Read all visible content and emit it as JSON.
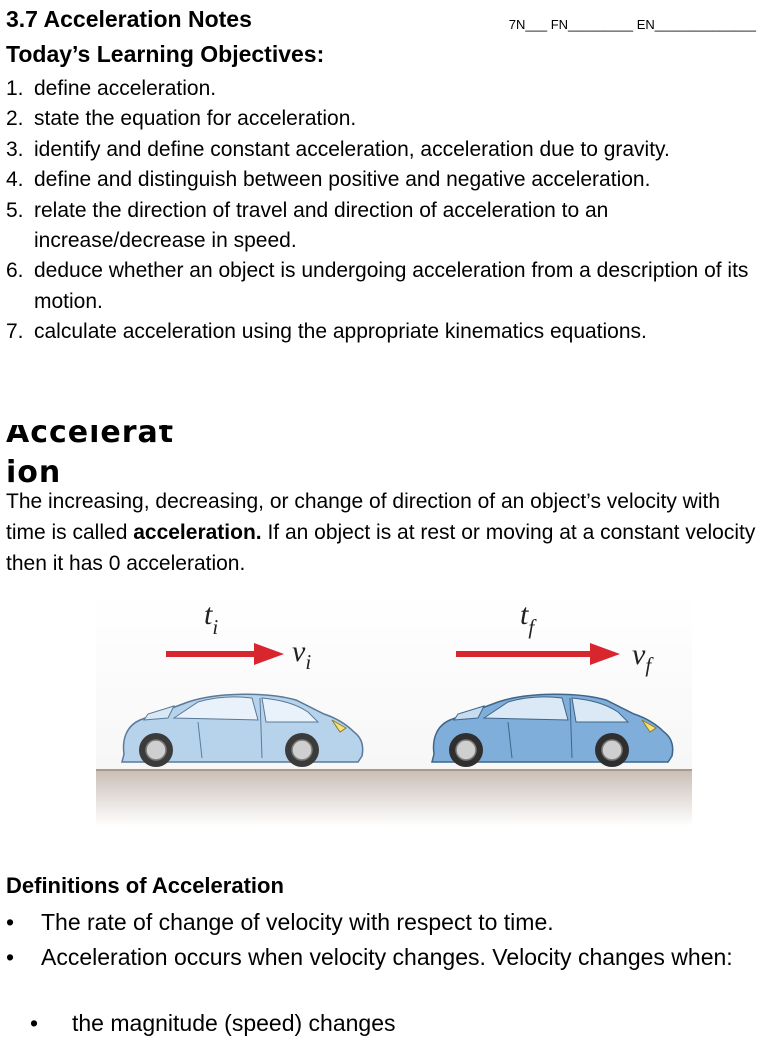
{
  "header": {
    "title": "3.7 Acceleration Notes",
    "name_fields": "7N___ FN_________ EN______________"
  },
  "objectives": {
    "heading": "Today’s Learning Objectives:",
    "items": [
      {
        "num": "1.",
        "text": "define acceleration."
      },
      {
        "num": "2.",
        "text": "state the equation for acceleration."
      },
      {
        "num": "3.",
        "text": "identify and define constant acceleration, acceleration due to gravity."
      },
      {
        "num": "4.",
        "text": "define and distinguish between positive and negative acceleration."
      },
      {
        "num": "5.",
        "text": "relate the direction of travel and direction of acceleration to an increase/decrease in speed."
      },
      {
        "num": "6.",
        "text": "deduce whether an object is undergoing acceleration from a description of its motion."
      },
      {
        "num": "7.",
        "text": "calculate acceleration using the appropriate kinematics equations."
      }
    ]
  },
  "section": {
    "title_line1": "Accelerat",
    "title_line2": "ion",
    "intro_before": "The increasing, decreasing, or change of direction of an object’s velocity with time is called ",
    "intro_bold": "acceleration.",
    "intro_after": " If an object is at rest or moving at a constant velocity then it has 0 acceleration."
  },
  "figure": {
    "label_ti": "t",
    "label_ti_sub": "i",
    "label_vi": "v",
    "label_vi_sub": "i",
    "label_tf": "t",
    "label_tf_sub": "f",
    "label_vf": "v",
    "label_vf_sub": "f",
    "arrow_color": "#d7262e",
    "car1_color": "#b7d3ec",
    "car2_color": "#7eaed9"
  },
  "definitions": {
    "heading": "Definitions of Acceleration",
    "items": [
      {
        "bullet": "•",
        "text": "The rate of change of velocity with respect to time."
      },
      {
        "bullet": "•",
        "text": "Acceleration occurs when velocity changes. Velocity changes when:"
      }
    ],
    "sub_items": [
      {
        "bullet": "•",
        "text": "the magnitude (speed) changes"
      }
    ]
  }
}
